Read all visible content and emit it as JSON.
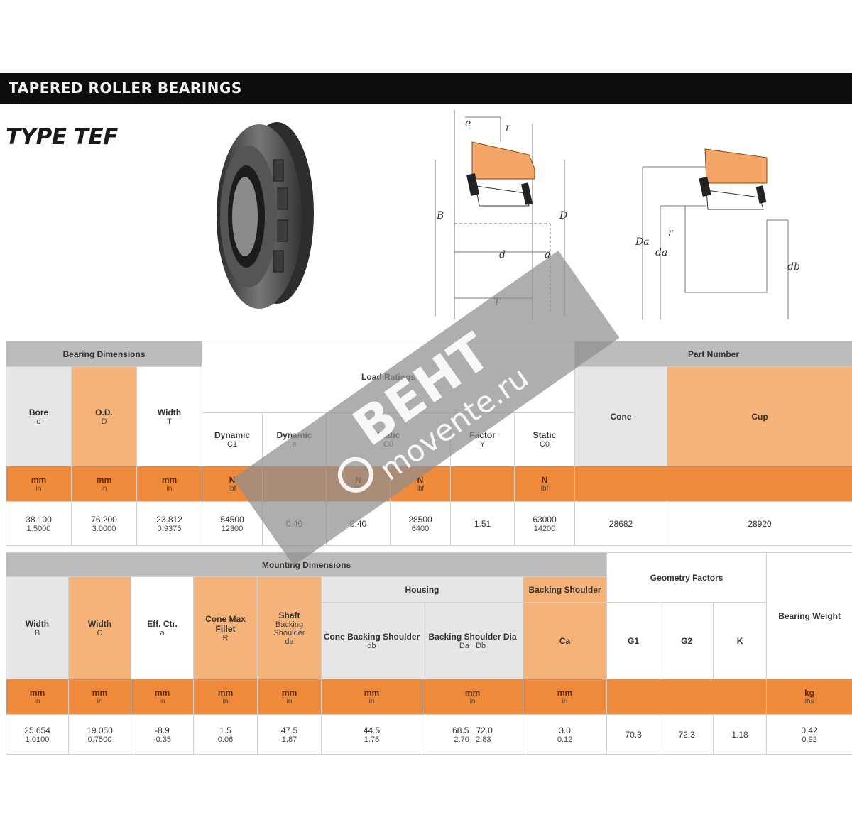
{
  "header": {
    "title": "TAPERED ROLLER BEARINGS"
  },
  "type_label": "TYPE TEF",
  "colors": {
    "black": "#0d0d0d",
    "orange": "#ee8a3a",
    "light_orange": "#f5b37a",
    "gray": "#bcbcbc"
  },
  "diagram1": {
    "labels": [
      "B",
      "D",
      "d",
      "T",
      "r",
      "a",
      "e"
    ]
  },
  "diagram2": {
    "labels": [
      "Da",
      "da",
      "db",
      "r"
    ]
  },
  "table1": {
    "group_left": "Bearing Dimensions",
    "group_mid": "Load Ratings",
    "group_right": "Part Number",
    "col_bore": "Bore",
    "col_bore_sym": "d",
    "col_od": "O.D.",
    "col_od_sym": "D",
    "col_width": "Width",
    "col_width_sym": "T",
    "col_dyn": "Dynamic",
    "col_dyn_sym": "C1",
    "col_dyn2": "Dynamic",
    "col_dyn2_sym": "e",
    "col_static": "Static",
    "col_static_sym": "C0",
    "col_fac": "Factor",
    "col_fac_sym": "Y",
    "col_static2": "Static",
    "col_static2_sym": "C0",
    "col_cone": "Cone",
    "col_cup": "Cup",
    "units": [
      "mm",
      "mm",
      "mm",
      "N",
      "",
      "N",
      "N",
      "",
      "N"
    ],
    "units2": [
      "in",
      "in",
      "in",
      "lbf",
      "",
      "lbf",
      "lbf",
      "",
      "lbf"
    ],
    "row": [
      "38.100",
      "76.200",
      "23.812",
      "54500",
      "0.40",
      "0.40",
      "28500",
      "1.51",
      "63000",
      "28682",
      "28920"
    ],
    "row2": [
      "1.5000",
      "3.0000",
      "0.9375",
      "12300",
      "",
      "",
      "6400",
      "",
      "14200",
      "",
      ""
    ]
  },
  "table2": {
    "group_left": "Mounting Dimensions",
    "group_geo": "Geometry Factors",
    "col_shaft": "Shaft",
    "col_housing": "Housing",
    "col_a": "Width",
    "col_a_sym": "B",
    "col_b": "Width",
    "col_b_sym": "C",
    "col_c": "Eff. Ctr.",
    "col_c_sym": "a",
    "col_d": "Cone Max Fillet",
    "col_d_sym": "R",
    "col_e": "Backing Shoulder",
    "col_e_sym": "da",
    "col_f": "Cone Backing Shoulder",
    "col_f_sym": "db",
    "col_g": "Backing Shoulder Dia",
    "col_g_sym1": "Da",
    "col_g_sym2": "Db",
    "col_h": "Backing Shoulder",
    "col_h_sym": "Ca",
    "geo_syms": [
      "G1",
      "G2",
      "K"
    ],
    "col_wt": "Bearing Weight",
    "band": [
      "mm",
      "mm",
      "mm",
      "mm",
      "mm",
      "mm",
      "mm",
      "mm",
      "mm",
      "kg"
    ],
    "band2": [
      "in",
      "in",
      "in",
      "in",
      "in",
      "in",
      "in",
      "in",
      "in",
      "lbs"
    ],
    "row": [
      "25.654",
      "19.050",
      "-8.9",
      "1.5",
      "47.5",
      "44.5",
      "68.5",
      "72.0",
      "3.0",
      "70.3",
      "72.3",
      "1.18",
      "0.42"
    ],
    "row2": [
      "1.0100",
      "0.7500",
      "-0.35",
      "0.06",
      "1.87",
      "1.75",
      "2.70",
      "2.83",
      "0.12",
      "",
      "",
      "",
      "0.92"
    ]
  },
  "watermark": {
    "brand": "ВЕНТ",
    "site": "movente.ru"
  }
}
